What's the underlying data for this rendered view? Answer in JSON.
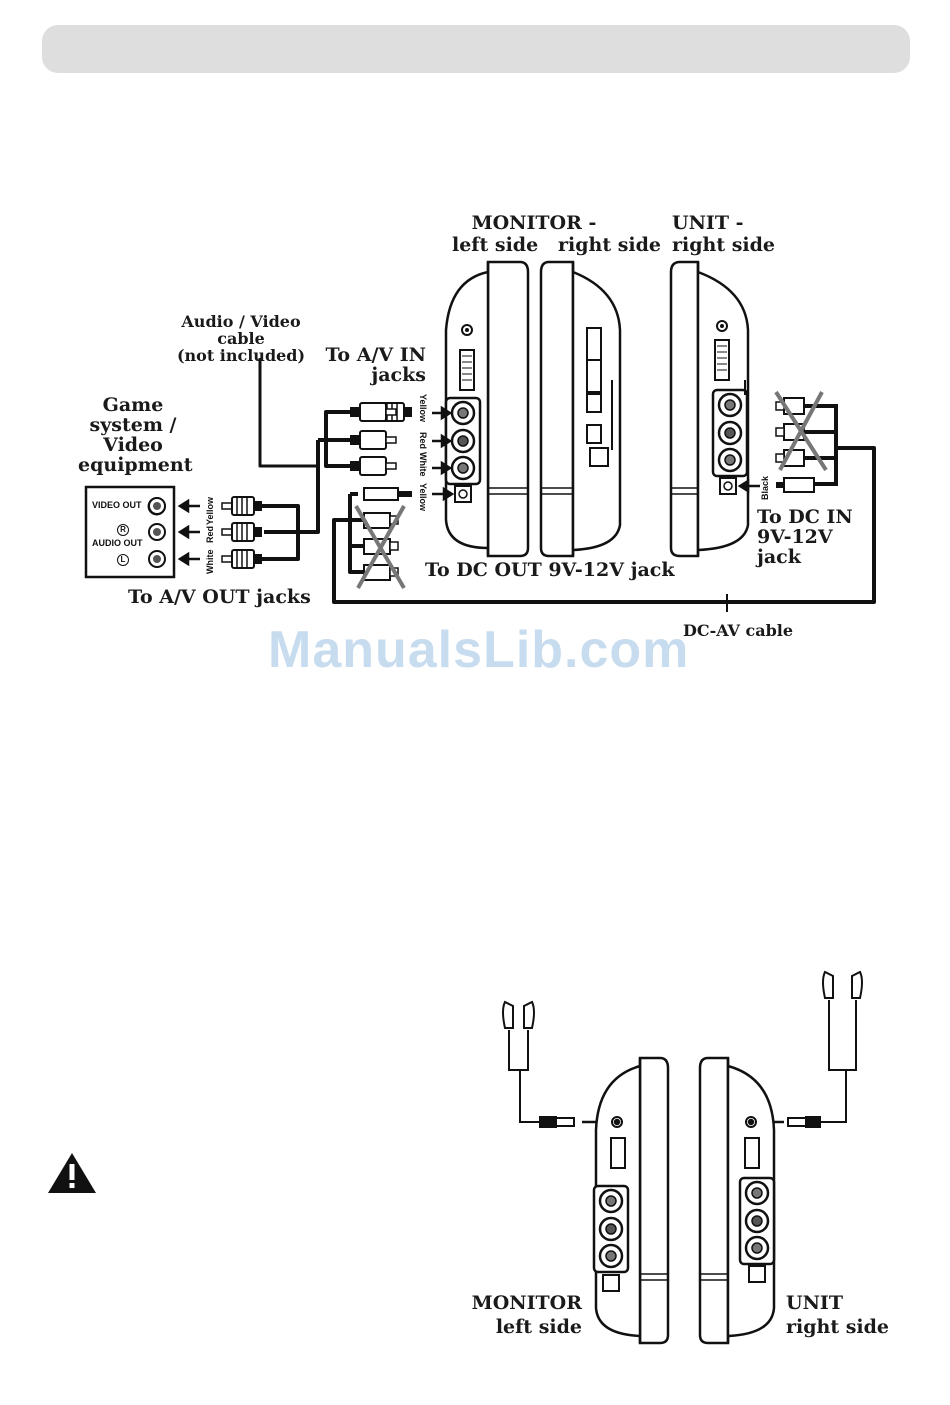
{
  "diagram1": {
    "monitor_title": "MONITOR -",
    "monitor_sides": "left side   right side",
    "unit_title": "UNIT -",
    "unit_side": "right side",
    "av_cable_label": [
      "Audio / Video",
      "cable",
      "(not included)"
    ],
    "to_av_in": [
      "To A/V IN",
      "jacks"
    ],
    "game_system": [
      "Game",
      "system /",
      "Video",
      "equipment"
    ],
    "video_out": "VIDEO OUT",
    "audio_out": "AUDIO OUT",
    "r_mark": "R",
    "l_mark": "L",
    "to_av_out": "To A/V OUT jacks",
    "to_dc_out": "To DC OUT 9V-12V jack",
    "to_dc_in": [
      "To DC IN",
      "9V-12V",
      "jack"
    ],
    "dc_av_cable": "DC-AV cable",
    "plug_colors_left": [
      "White",
      "Red",
      "Yellow"
    ],
    "plug_colors_monitor": [
      "Yellow",
      "Red",
      "White",
      "Yellow"
    ],
    "black_label": "Black"
  },
  "watermark": "ManualsLib.com",
  "diagram2": {
    "monitor_label": [
      "MONITOR",
      "left side"
    ],
    "unit_label": [
      "UNIT",
      "right side"
    ],
    "warning_icon": "warning-triangle-icon"
  }
}
